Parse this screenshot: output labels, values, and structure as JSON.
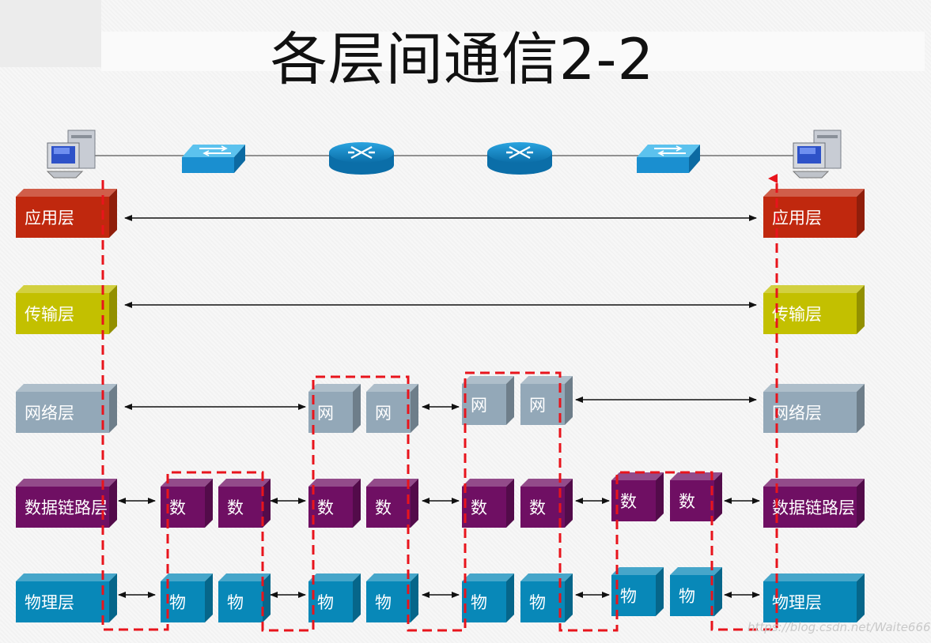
{
  "title": "各层间通信2-2",
  "layers": {
    "application": "应用层",
    "transport": "传输层",
    "network": "网络层",
    "datalink": "数据链路层",
    "physical": "物理层"
  },
  "short": {
    "network": "网",
    "datalink": "数",
    "physical": "物"
  },
  "devices": [
    "computer-icon",
    "switch-icon",
    "router-icon",
    "router-icon",
    "switch-icon",
    "computer-icon"
  ],
  "colors": {
    "application": "#c0280e",
    "transport": "#c3c000",
    "network": "#93a8b8",
    "datalink": "#6f0f63",
    "physical": "#0888b8",
    "path": "#e8141c",
    "device": "#1a8fd0"
  },
  "watermark": "https://blog.csdn.net/Waite666"
}
